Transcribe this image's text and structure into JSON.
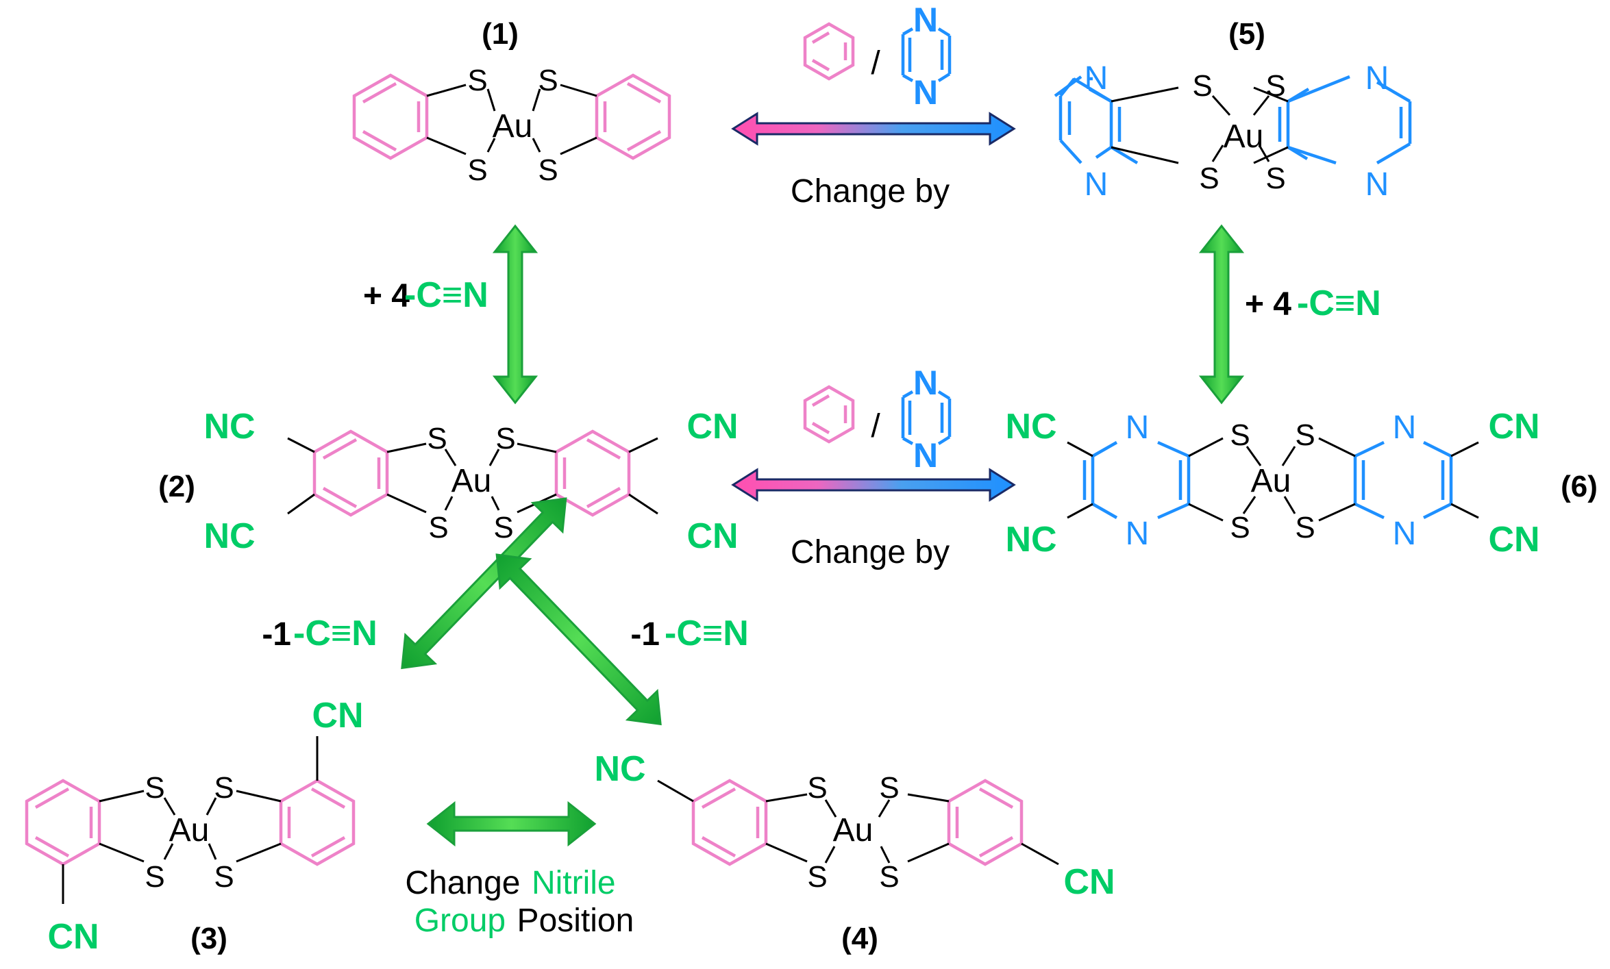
{
  "compounds": {
    "c1": "(1)",
    "c2": "(2)",
    "c3": "(3)",
    "c4": "(4)",
    "c5": "(5)",
    "c6": "(6)"
  },
  "atoms": {
    "sulfur": "S",
    "gold": "Au",
    "nitrogen": "N"
  },
  "substituents": {
    "nc": "NC",
    "cn": "CN"
  },
  "labels": {
    "add4_prefix": "+ 4",
    "add4_group": "-C≡N",
    "minus1_prefix": "-1",
    "minus1_group": "-C≡N",
    "change_by": "Change by",
    "slash": "/",
    "pos_change_1": "Change",
    "pos_change_2": "Nitrile",
    "pos_change_3": "Group",
    "pos_change_4": "Position"
  },
  "colors": {
    "benzene": "#ee82c8",
    "pyrazine": "#1e90ff",
    "nitrile": "#00cc66",
    "green_arrow": "#22bb44",
    "arrow_outline": "#1a2a66"
  }
}
